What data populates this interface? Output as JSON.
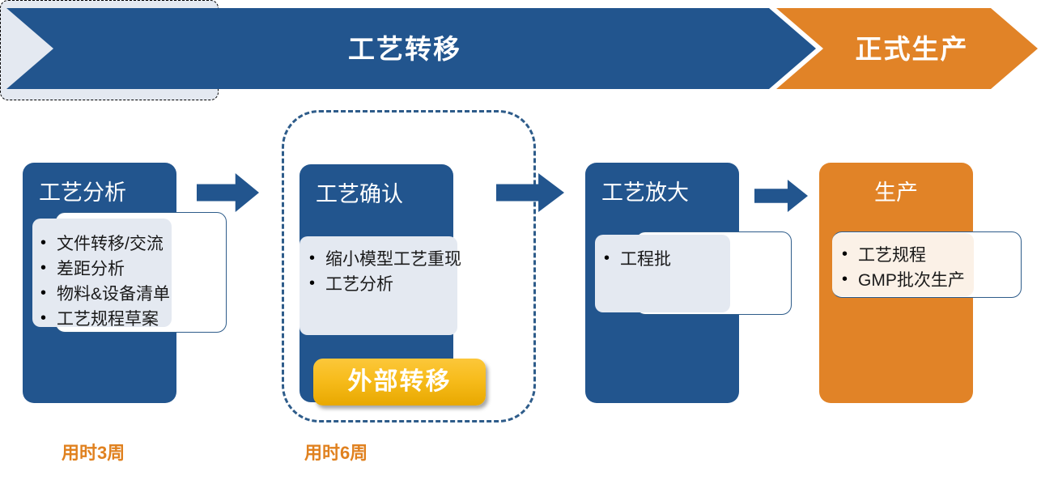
{
  "banner": {
    "segments": [
      {
        "label": "工艺转移",
        "color": "#22558E"
      },
      {
        "label": "正式生产",
        "color": "#E18327"
      }
    ]
  },
  "phases": [
    {
      "title": "工艺分析",
      "color": "#22558E",
      "bullets": [
        "文件转移/交流",
        "差距分析",
        "物料&设备清单",
        "工艺规程草案"
      ]
    },
    {
      "title": "工艺确认",
      "color": "#22558E",
      "bullets": [
        "缩小模型工艺重现",
        "工艺分析"
      ],
      "badge": "外部转移"
    },
    {
      "title": "工艺放大",
      "color": "#22558E",
      "bullets": [
        "工程批"
      ]
    },
    {
      "title": "生产",
      "color": "#E18327",
      "bullets": [
        "工艺规程",
        "GMP批次生产"
      ]
    }
  ],
  "durations": [
    {
      "label": "用时3周"
    },
    {
      "label": "用时6周"
    }
  ],
  "arrows": [
    {
      "name": "arrow-1"
    },
    {
      "name": "arrow-2"
    },
    {
      "name": "arrow-3"
    }
  ],
  "colors": {
    "primary_blue": "#22558E",
    "accent_orange": "#E18327",
    "badge_yellow": "#F7BC1C",
    "panel_grey": "#E4E9F1",
    "panel_cream": "#FBF1E7",
    "duration_text": "#E0811F"
  }
}
